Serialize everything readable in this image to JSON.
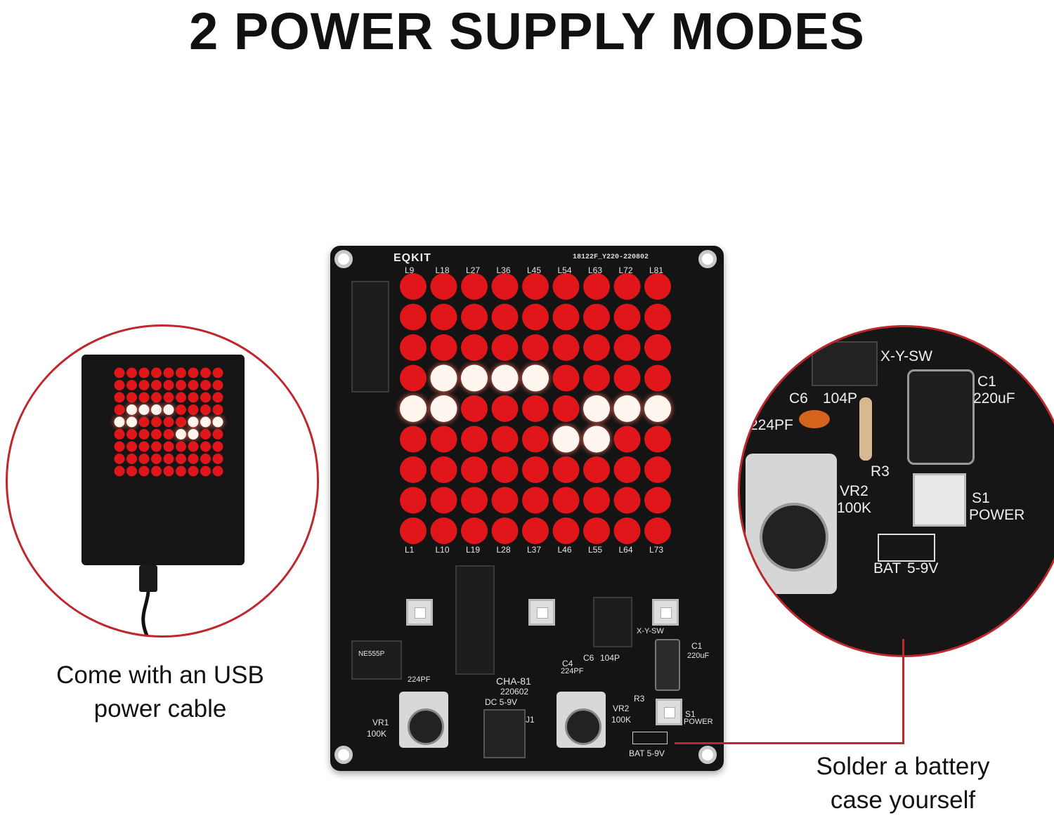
{
  "title": "2 POWER SUPPLY MODES",
  "board": {
    "brand": "EQKIT",
    "code": "18122F_Y220-220802",
    "model": "CHA-81",
    "date": "220602",
    "dc_label": "DC 5-9V",
    "bat_label": "BAT 5-9V",
    "column_labels": [
      "L9",
      "L18",
      "L27",
      "L36",
      "L45",
      "L54",
      "L63",
      "L72",
      "L81"
    ],
    "bottom_labels": [
      "L1",
      "L10",
      "L19",
      "L28",
      "L37",
      "L46",
      "L55",
      "L64",
      "L73"
    ],
    "components": {
      "u1": "NE555P",
      "vr1": "VR1",
      "vr1_val": "100K",
      "vr2": "VR2",
      "vr2_val": "100K",
      "s1": "S1",
      "power": "POWER",
      "c1": "C1",
      "c1_val": "220uF",
      "c6": "C6",
      "c6_val": "104P",
      "c4": "C4",
      "c4_val": "224PF",
      "c2_val": "224PF",
      "xysw": "X-Y-SW",
      "r3": "R3",
      "j1": "J1"
    },
    "lit_leds": [
      [
        3,
        1
      ],
      [
        3,
        2
      ],
      [
        3,
        3
      ],
      [
        3,
        4
      ],
      [
        4,
        0
      ],
      [
        4,
        1
      ],
      [
        4,
        6
      ],
      [
        4,
        7
      ],
      [
        4,
        8
      ],
      [
        5,
        5
      ],
      [
        5,
        6
      ]
    ]
  },
  "left_callout": {
    "caption_line1": "Come with an USB",
    "caption_line2": "power cable"
  },
  "right_callout": {
    "caption_line1": "Solder a battery",
    "caption_line2": "case yourself",
    "closeup": {
      "c6": "C6",
      "c6_val": "104P",
      "c4_val": "224PF",
      "c1": "C1",
      "c1_val": "220uF",
      "xysw": "X-Y-SW",
      "vr2": "VR2",
      "vr2_val": "100K",
      "r3": "R3",
      "s1": "S1",
      "power": "POWER",
      "bat": "BAT",
      "volt": "5-9V"
    }
  },
  "colors": {
    "accent": "#c0272d",
    "led_red": "#e0161b",
    "led_lit": "#fff6f0",
    "pcb": "#141414"
  }
}
